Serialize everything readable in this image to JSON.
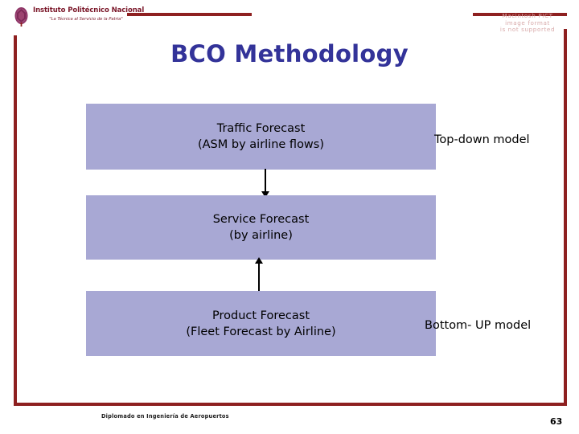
{
  "slide": {
    "title": "BCO Methodology",
    "title_color": "#333399",
    "box_fill_color": "#a8a8d4",
    "frame_color": "#8e2020"
  },
  "header": {
    "logo": {
      "crest_name": "ipn-crest",
      "institution": "Instituto Politécnico Nacional",
      "tagline": "\"La Técnica al Servicio de la Patria\"",
      "color": "#7a1628"
    },
    "image_placeholder": {
      "line1": "Macintosh PICT",
      "line2": "image format",
      "line3": "is not supported"
    }
  },
  "diagram": {
    "boxes": [
      {
        "id": "traffic-forecast",
        "line1": "Traffic Forecast",
        "line2": "(ASM by airline flows)"
      },
      {
        "id": "service-forecast",
        "line1": "Service Forecast",
        "line2": "(by airline)"
      },
      {
        "id": "product-forecast",
        "line1": "Product Forecast",
        "line2": "(Fleet Forecast by Airline)"
      }
    ],
    "arrows": [
      {
        "id": "traffic-to-service",
        "direction": "down"
      },
      {
        "id": "product-to-service",
        "direction": "up"
      }
    ],
    "side_labels": {
      "top": "Top-down model",
      "bottom": "Bottom- UP model"
    }
  },
  "footer": {
    "course": "Diplomado en Ingeniería de Aeropuertos",
    "page_number": "63"
  }
}
